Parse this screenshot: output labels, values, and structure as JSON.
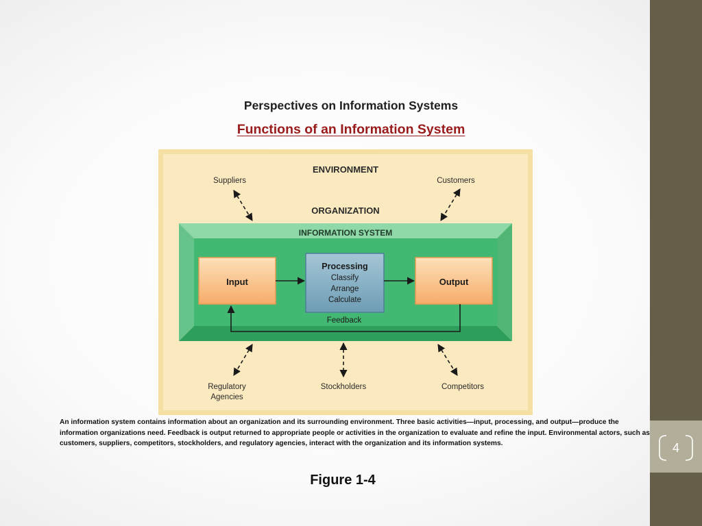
{
  "slide": {
    "title": "Perspectives on Information Systems",
    "subtitle": "Functions of an Information System",
    "caption": "An information system contains information about an organization and its surrounding environment. Three basic activities—input, processing, and output—produce the information organizations need. Feedback is output returned to appropriate people or activities in the organization to evaluate and refine the input. Environmental actors, such as customers, suppliers, competitors, stockholders, and regulatory agencies, interact with the organization and its information systems.",
    "figure_label": "Figure 1-4",
    "page_number": "4"
  },
  "diagram": {
    "environment_label": "ENVIRONMENT",
    "organization_label": "ORGANIZATION",
    "information_system_label": "INFORMATION SYSTEM",
    "input_label": "Input",
    "processing": {
      "title": "Processing",
      "steps": [
        "Classify",
        "Arrange",
        "Calculate"
      ]
    },
    "output_label": "Output",
    "feedback_label": "Feedback",
    "actors": {
      "suppliers": "Suppliers",
      "customers": "Customers",
      "regulatory_agencies": [
        "Regulatory",
        "Agencies"
      ],
      "stockholders": "Stockholders",
      "competitors": "Competitors"
    }
  },
  "colors": {
    "accent_title": "#9a1b1b",
    "sidebar": "#655e49",
    "environment_bg": "#fae7b4",
    "information_system": "#3fb86f",
    "input_output_box": "#f8b676",
    "processing_box": "#79a7bd"
  }
}
